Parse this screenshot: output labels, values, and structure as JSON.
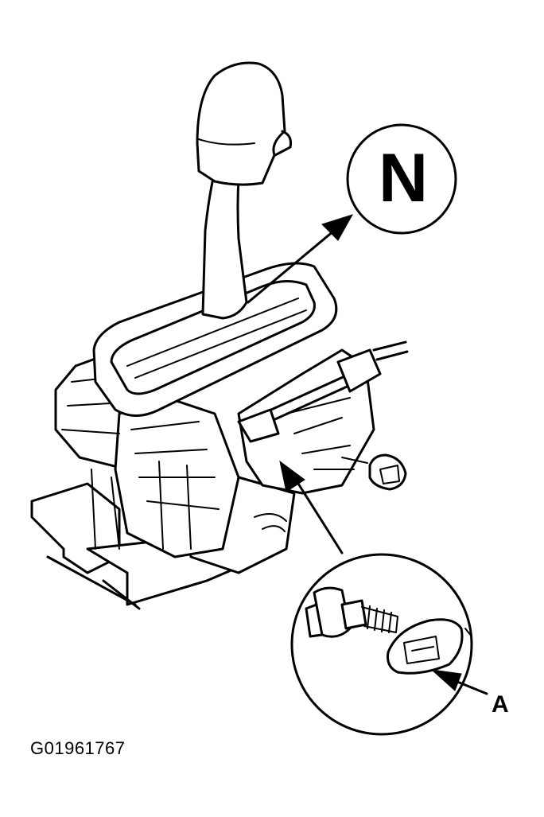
{
  "callouts": {
    "position_label": "N",
    "part_label": "A"
  },
  "figure_id": "G01961767",
  "colors": {
    "ink": "#000000",
    "background": "#ffffff"
  }
}
